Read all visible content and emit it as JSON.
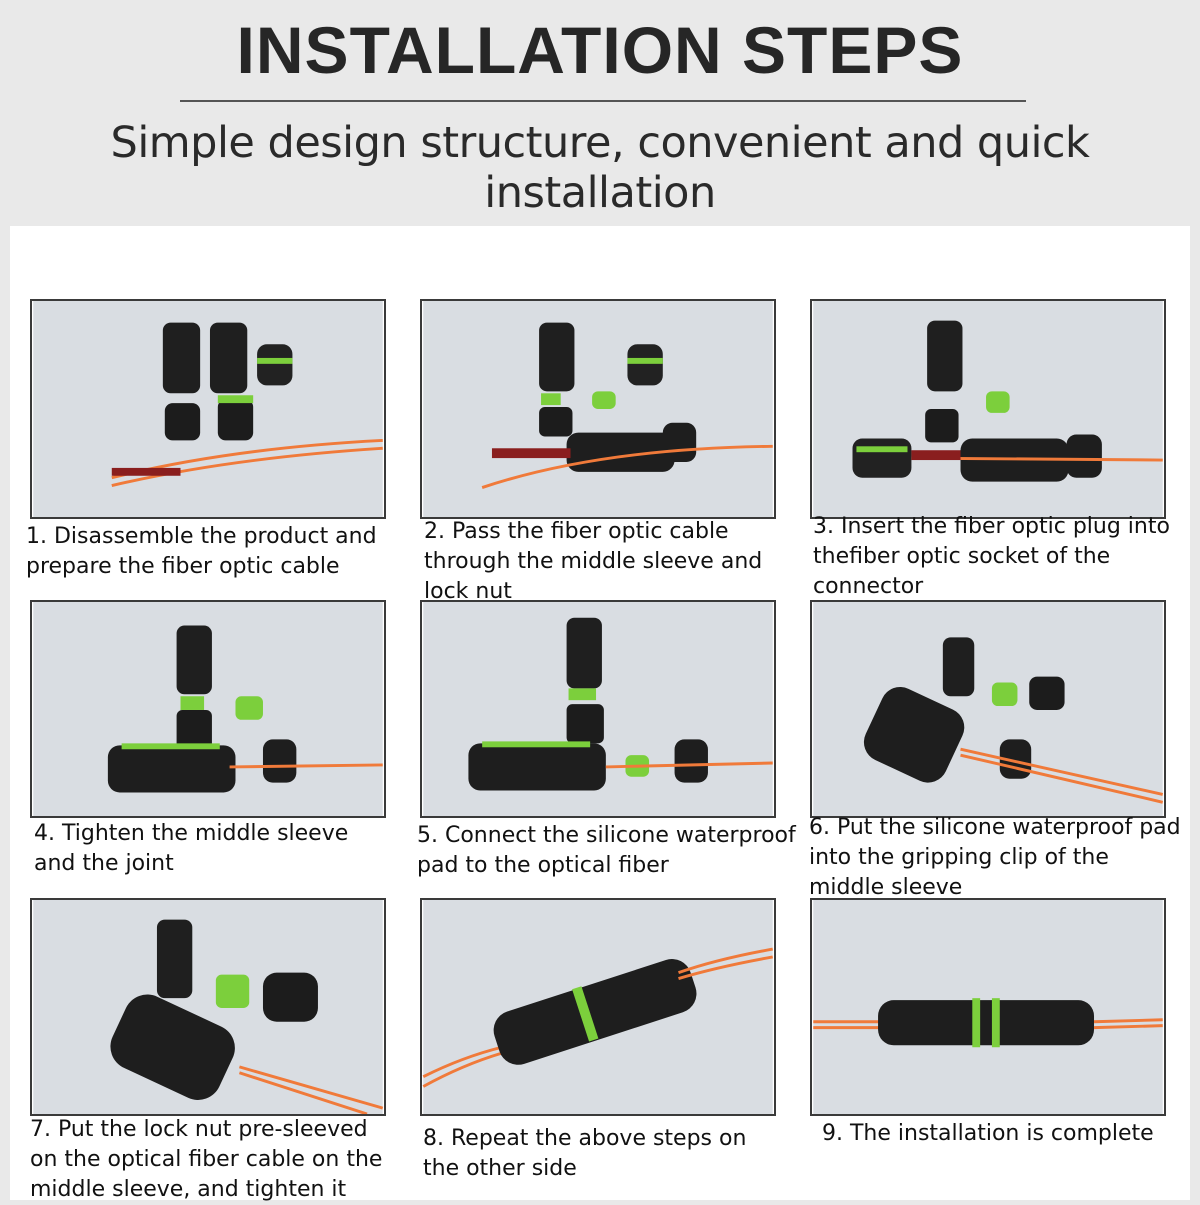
{
  "header": {
    "title": "INSTALLATION STEPS",
    "subtitle": "Simple design structure, convenient and quick installation"
  },
  "steps": [
    {
      "caption": "1. Disassemble the product and prepare the fiber optic cable"
    },
    {
      "caption": "2. Pass the fiber optic cable through the middle sleeve and lock nut"
    },
    {
      "caption": "3. Insert the fiber optic plug into thefiber optic socket of the connector"
    },
    {
      "caption": "4. Tighten the middle sleeve and the joint"
    },
    {
      "caption": "5. Connect the silicone waterproof pad to the optical fiber"
    },
    {
      "caption": "6. Put the silicone waterproof pad into the gripping clip of the middle sleeve"
    },
    {
      "caption": "7. Put the lock nut pre-sleeved on the optical fiber cable on the middle sleeve, and tighten it"
    },
    {
      "caption": "8. Repeat the above steps on the other side"
    },
    {
      "caption": "9. The installation is complete"
    }
  ],
  "colors": {
    "background": "#e9e9e9",
    "cable": "#f07a3a",
    "seal": "#7ccf3c",
    "connector": "#1e1e1e"
  }
}
